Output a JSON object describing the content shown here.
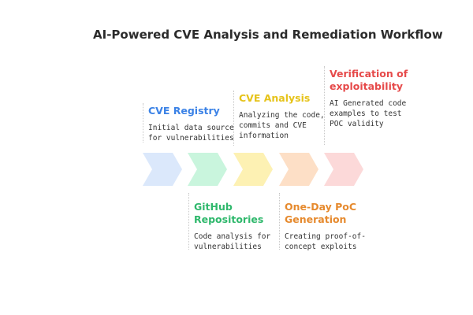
{
  "diagram": {
    "title": "AI-Powered CVE Analysis and Remediation Workflow",
    "stages": [
      {
        "title": "CVE Registry",
        "description": "Initial data source for vulnerabilities",
        "color": "#3b82e6",
        "fill": "#dbe8fb"
      },
      {
        "title": "GitHub Repositories",
        "description": "Code analysis for vulnerabilities",
        "color": "#2fb86c",
        "fill": "#c9f5dd"
      },
      {
        "title": "CVE Analysis",
        "description": "Analyzing the code, commits and CVE information",
        "color": "#e6c31a",
        "fill": "#fdf1b3"
      },
      {
        "title": "One-Day PoC Generation",
        "description": "Creating proof-of-concept exploits",
        "color": "#e68a2e",
        "fill": "#fddfc6"
      },
      {
        "title": "Verification of exploitability",
        "description": "AI Generated code examples to test POC validity",
        "color": "#e64a4a",
        "fill": "#fcd9d9"
      }
    ]
  }
}
